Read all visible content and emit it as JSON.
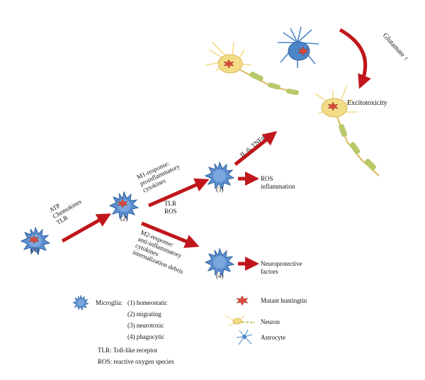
{
  "stages": {
    "s1": {
      "label": "(1)",
      "arrow_text": [
        "ATP",
        "Chemokines",
        "TLR"
      ]
    },
    "s2": {
      "label": "(2)"
    },
    "s3": {
      "label": "(3)"
    },
    "s4": {
      "label": "(4)"
    }
  },
  "m1": {
    "lines": [
      "M1-response:",
      "proinflammatory",
      "cytokines"
    ],
    "below": [
      "TLR",
      "ROS"
    ]
  },
  "m2": {
    "lines": [
      "M2-response:",
      "anti-inflammatory",
      "cytokines",
      "internalization debris"
    ]
  },
  "neuron_arrow_label": "IL-6, TNFα",
  "ros_out": [
    "ROS",
    "inflammation"
  ],
  "neuroprotective_out": [
    "Neuroprotective",
    "factors"
  ],
  "glutamate_label": "Glutamate ↑",
  "excitotoxicity_label": "Excitotoxicity",
  "legend": {
    "microglia_title": "Microglia:",
    "microglia_states": [
      "(1) homeostatic",
      "(2) migrating",
      "(3) neurotoxic",
      "(4) phagocytic"
    ],
    "tlr": "TLR: Toll-like receptor",
    "ros": "ROS: reactive oxygen species",
    "huntingtin": "Mutant huntingtin",
    "neuron": "Neuron",
    "astrocyte": "Astrocyte"
  },
  "colors": {
    "microglia": "#5b8fd0",
    "microglia_dark": "#2f5f9e",
    "huntingtin": "#d94a3a",
    "arrow": "#c0161b",
    "neuron_body": "#f3dc86",
    "neuron_axon": "#b9c96a",
    "astrocyte": "#4a86c8"
  }
}
